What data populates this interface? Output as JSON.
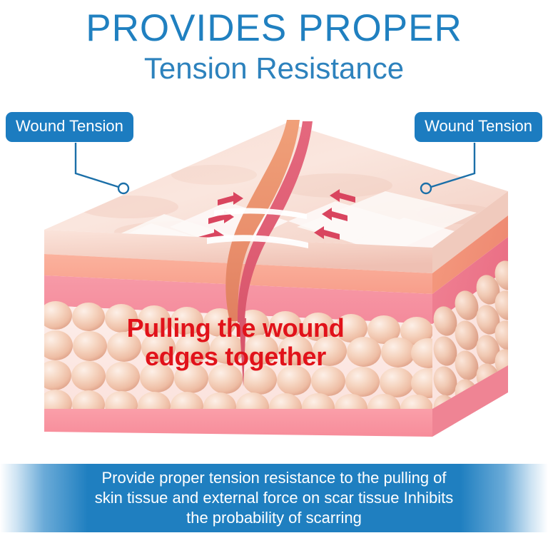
{
  "heading": {
    "line1": "PROVIDES PROPER",
    "line2": "Tension Resistance",
    "color": "#2080c0"
  },
  "badges": {
    "left": {
      "label": "Wound Tension"
    },
    "right": {
      "label": "Wound Tension"
    },
    "color": "#1c7cc0",
    "leader_color": "#1b6fa8"
  },
  "diagram": {
    "name": "skin-cross-section-block",
    "wound_caption": {
      "line1": "Pulling the wound",
      "line2": "edges together",
      "color": "#e1121a"
    },
    "layers": {
      "epidermis_color": "#f6d9cf",
      "dermis_upper_color": "#f9a894",
      "dermis_lower_color": "#f58f9e",
      "fat_bg_color": "#fbe9e7",
      "fat_cell_color": "#f2c3ab",
      "base_color": "#f89aa5",
      "side_face_color": "#ef7f90"
    },
    "wound": {
      "outer_color": "#e89070",
      "inner_color": "#e06075"
    },
    "arrows": {
      "color": "#d9455f",
      "left_count": 4,
      "right_count": 4,
      "left_direction": "right",
      "right_direction": "left"
    },
    "tape_color": "#fdf7f5"
  },
  "band": {
    "line1": "Provide proper tension resistance to the pulling of",
    "line2": "skin tissue and external force on scar tissue Inhibits",
    "line3": "the probability of scarring",
    "color": "#1f7fc0"
  }
}
